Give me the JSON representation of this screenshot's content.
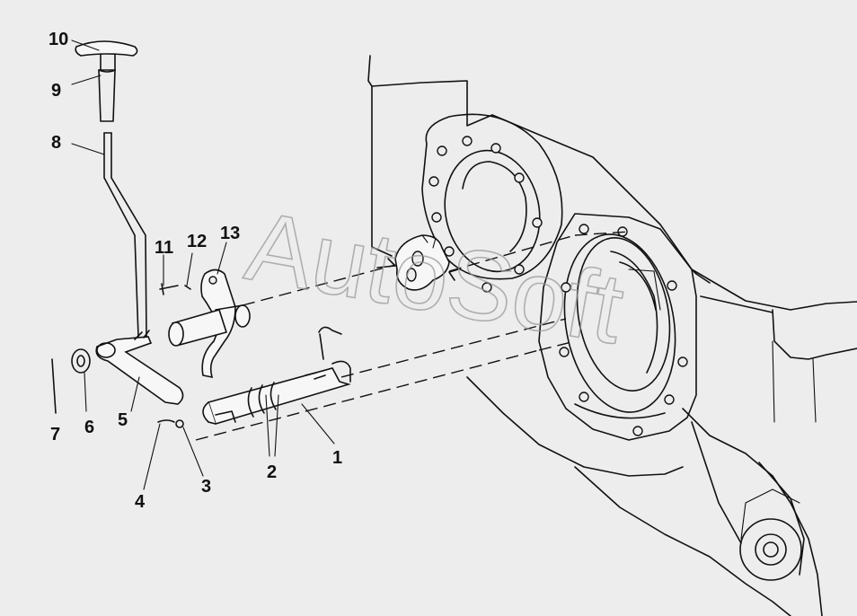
{
  "watermark": "AutoSoft",
  "callouts": [
    {
      "id": "label-1",
      "text": "1"
    },
    {
      "id": "label-2",
      "text": "2"
    },
    {
      "id": "label-3",
      "text": "3"
    },
    {
      "id": "label-4",
      "text": "4"
    },
    {
      "id": "label-5",
      "text": "5"
    },
    {
      "id": "label-6",
      "text": "6"
    },
    {
      "id": "label-7",
      "text": "7"
    },
    {
      "id": "label-8",
      "text": "8"
    },
    {
      "id": "label-9",
      "text": "9"
    },
    {
      "id": "label-10",
      "text": "10"
    },
    {
      "id": "label-11",
      "text": "11"
    },
    {
      "id": "label-12",
      "text": "12"
    },
    {
      "id": "label-13",
      "text": "13"
    }
  ],
  "colors": {
    "background": "#ededed",
    "ink": "#111111",
    "watermark": "#9a9a9a"
  }
}
